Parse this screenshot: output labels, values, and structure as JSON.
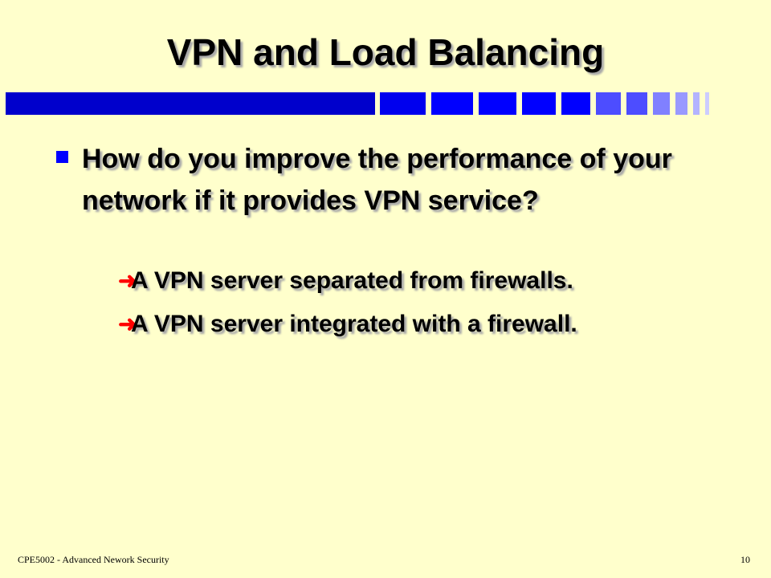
{
  "slide": {
    "title": "VPN and Load Balancing",
    "bullets": [
      {
        "text": "How do you improve the performance of your network if it provides VPN service?",
        "sub_items": [
          "A VPN server separated from firewalls.",
          "A VPN server integrated with a firewall."
        ]
      }
    ],
    "footer_left": "CPE5002 -  Advanced Nework  Security",
    "page_number": "10"
  },
  "colors": {
    "background": "#ffffcc",
    "bar_dark": "#0000cc",
    "bar_blue": "#0000ff",
    "bar_light": "#4d4dff",
    "bar_pale": "#9999ff",
    "bullet_marker": "#0000ff",
    "sub_marker": "#ff0000"
  },
  "icons": {
    "main_bullet": "square-bullet-icon",
    "sub_bullet": "arrow-bullet-icon"
  }
}
